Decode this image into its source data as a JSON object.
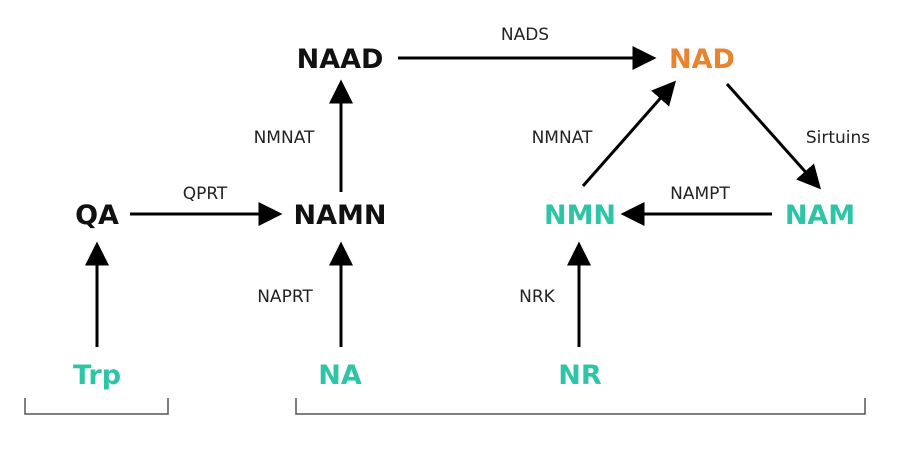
{
  "colors": {
    "black_node": "#111111",
    "teal_node": "#2ec4a6",
    "orange_node": "#e8832e",
    "arrow": "#000000",
    "enzyme_text": "#222222"
  },
  "nodes": {
    "naad": "NAAD",
    "nad": "NAD",
    "qa": "QA",
    "namn": "NAMN",
    "nmn": "NMN",
    "nam": "NAM",
    "trp": "Trp",
    "na": "NA",
    "nr": "NR"
  },
  "enzymes": {
    "nads": "NADS",
    "nmnat_left": "NMNAT",
    "nmnat_right": "NMNAT",
    "sirtuins": "Sirtuins",
    "qprt": "QPRT",
    "nampt": "NAMPT",
    "naprt": "NAPRT",
    "nrk": "NRK"
  }
}
